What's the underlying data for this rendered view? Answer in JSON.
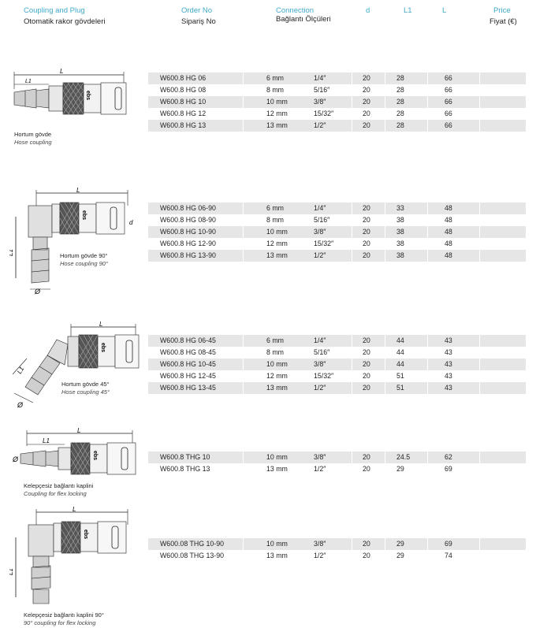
{
  "header": {
    "coupling_en": "Coupling and Plug",
    "coupling_tr": "Otomatik rakor gövdeleri",
    "order_en": "Order No",
    "order_tr": "Sipariş No",
    "connection_en": "Connection",
    "connection_tr": "Bağlantı Ölçüleri",
    "d": "d",
    "l1": "L1",
    "l": "L",
    "price_en": "Price",
    "price_tr": "Fiyat (€)"
  },
  "sections": [
    {
      "caption_tr": "Hortum gövde",
      "caption_en": "Hose coupling",
      "rows": [
        {
          "order": "W600.8 HG 06",
          "mm": "6 mm",
          "inch": "1/4″",
          "d": "20",
          "l1": "28",
          "l": "66"
        },
        {
          "order": "W600.8 HG 08",
          "mm": "8 mm",
          "inch": "5/16″",
          "d": "20",
          "l1": "28",
          "l": "66"
        },
        {
          "order": "W600.8 HG 10",
          "mm": "10 mm",
          "inch": "3/8″",
          "d": "20",
          "l1": "28",
          "l": "66"
        },
        {
          "order": "W600.8 HG 12",
          "mm": "12 mm",
          "inch": "15/32″",
          "d": "20",
          "l1": "28",
          "l": "66"
        },
        {
          "order": "W600.8 HG 13",
          "mm": "13 mm",
          "inch": "1/2″",
          "d": "20",
          "l1": "28",
          "l": "66"
        }
      ]
    },
    {
      "caption_tr": "Hortum gövde 90°",
      "caption_en": "Hose coupling 90°",
      "rows": [
        {
          "order": "W600.8 HG 06-90",
          "mm": "6 mm",
          "inch": "1/4″",
          "d": "20",
          "l1": "33",
          "l": "48"
        },
        {
          "order": "W600.8 HG 08-90",
          "mm": "8 mm",
          "inch": "5/16″",
          "d": "20",
          "l1": "38",
          "l": "48"
        },
        {
          "order": "W600.8 HG 10-90",
          "mm": "10 mm",
          "inch": "3/8″",
          "d": "20",
          "l1": "38",
          "l": "48"
        },
        {
          "order": "W600.8 HG 12-90",
          "mm": "12 mm",
          "inch": "15/32″",
          "d": "20",
          "l1": "38",
          "l": "48"
        },
        {
          "order": "W600.8 HG 13-90",
          "mm": "13 mm",
          "inch": "1/2″",
          "d": "20",
          "l1": "38",
          "l": "48"
        }
      ]
    },
    {
      "caption_tr": "Hortum gövde 45°",
      "caption_en": "Hose coupling 45°",
      "rows": [
        {
          "order": "W600.8 HG 06-45",
          "mm": "6 mm",
          "inch": "1/4″",
          "d": "20",
          "l1": "44",
          "l": "43"
        },
        {
          "order": "W600.8 HG 08-45",
          "mm": "8 mm",
          "inch": "5/16″",
          "d": "20",
          "l1": "44",
          "l": "43"
        },
        {
          "order": "W600.8 HG 10-45",
          "mm": "10 mm",
          "inch": "3/8″",
          "d": "20",
          "l1": "44",
          "l": "43"
        },
        {
          "order": "W600.8 HG 12-45",
          "mm": "12 mm",
          "inch": "15/32″",
          "d": "20",
          "l1": "51",
          "l": "43"
        },
        {
          "order": "W600.8 HG 13-45",
          "mm": "13 mm",
          "inch": "1/2″",
          "d": "20",
          "l1": "51",
          "l": "43"
        }
      ]
    },
    {
      "caption_tr": "Kelepçesiz bağlantı kaplini",
      "caption_en": "Coupling for flex locking",
      "rows": [
        {
          "order": "W600.8 THG 10",
          "mm": "10 mm",
          "inch": "3/8″",
          "d": "20",
          "l1": "24.5",
          "l": "62"
        },
        {
          "order": "W600.8 THG 13",
          "mm": "13 mm",
          "inch": "1/2″",
          "d": "20",
          "l1": "29",
          "l": "69"
        }
      ]
    },
    {
      "caption_tr": "Kelepçesiz bağlantı kaplini 90°",
      "caption_en": "90° coupling for flex locking",
      "rows": [
        {
          "order": "W600.08 THG 10-90",
          "mm": "10 mm",
          "inch": "3/8″",
          "d": "20",
          "l1": "29",
          "l": "69"
        },
        {
          "order": "W600.08 THG 13-90",
          "mm": "13 mm",
          "inch": "1/2″",
          "d": "20",
          "l1": "29",
          "l": "74"
        }
      ]
    }
  ],
  "drawing_labels": {
    "brand": "ebs",
    "l": "L",
    "l1": "L1",
    "d": "d",
    "dia": "Ø"
  }
}
